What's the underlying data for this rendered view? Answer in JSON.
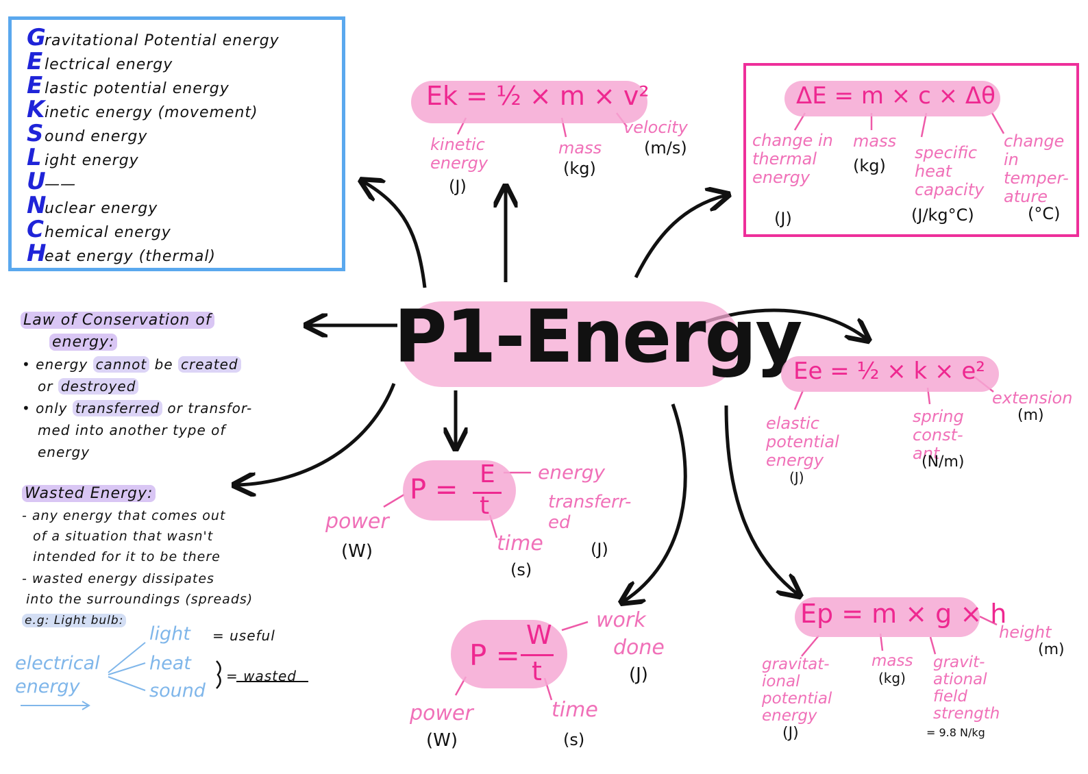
{
  "title": "P1-Energy",
  "geekslunch": [
    {
      "letter": "G",
      "text": "ravitational  Potential  energy"
    },
    {
      "letter": "E",
      "text": "lectrical  energy"
    },
    {
      "letter": "E",
      "text": "lastic  potential  energy"
    },
    {
      "letter": "K",
      "text": "inetic  energy  (movement)"
    },
    {
      "letter": "S",
      "text": "ound  energy"
    },
    {
      "letter": "L",
      "text": "ight  energy"
    },
    {
      "letter": "U",
      "text": "——"
    },
    {
      "letter": "N",
      "text": "uclear  energy"
    },
    {
      "letter": "C",
      "text": "hemical  energy"
    },
    {
      "letter": "H",
      "text": "eat  energy  (thermal)"
    }
  ],
  "kinetic": {
    "formula": "Ek = ½ × m × v²",
    "kinetic_label": "kinetic energy",
    "kinetic_unit": "(J)",
    "mass_label": "mass",
    "mass_unit": "(kg)",
    "velocity_label": "velocity",
    "velocity_unit": "(m/s)"
  },
  "thermal": {
    "formula": "ΔE = m × c × Δθ",
    "change_label": "change in thermal energy",
    "change_unit": "(J)",
    "mass_label": "mass",
    "mass_unit": "(kg)",
    "shc_label": "specific heat capacity",
    "shc_unit": "(J/kg°C)",
    "temp_label": "change in temper- ature",
    "temp_unit": "(°C)"
  },
  "conservation": {
    "heading_line1": "Law of Conservation of",
    "heading_line2": "energy:",
    "b1_a": "• energy",
    "b1_b": "cannot",
    "b1_c": "be",
    "b1_d": "created",
    "b1_e": "or",
    "b1_f": "destroyed",
    "b2_a": "• only",
    "b2_b": "transferred",
    "b2_c": "or  transfor-",
    "b2_line2": "med  into  another  type  of",
    "b2_line3": "energy"
  },
  "wasted": {
    "heading": "Wasted Energy:",
    "line1": "- any  energy  that  comes  out",
    "line2": "of  a  situation  that  wasn't",
    "line3": "intended  for  it  to  be  there",
    "line4": "- wasted  energy  dissipates",
    "line5": "into  the  surroundings  (spreads)",
    "eg": "e.g: Light bulb:",
    "source": "electrical energy",
    "out1": "light",
    "out1_tag": "= useful",
    "out2": "heat",
    "out3": "sound",
    "wasted_tag": "= wasted"
  },
  "elastic": {
    "formula": "Ee = ½ × k × e²",
    "ee_label": "elastic potential energy",
    "ee_unit": "(J)",
    "k_label": "spring const- ant",
    "k_unit": "(N/m)",
    "e_label": "extension",
    "e_unit": "(m)"
  },
  "power1": {
    "formula_left": "P =",
    "num": "E",
    "den": "t",
    "p_label": "power",
    "p_unit": "(W)",
    "e_label": "energy transferr- ed",
    "e_unit": "(J)",
    "t_label": "time",
    "t_unit": "(s)"
  },
  "power2": {
    "formula_left": "P =",
    "num": "W",
    "den": "t",
    "p_label": "power",
    "p_unit": "(W)",
    "w_label": "work done",
    "w_unit": "(J)",
    "t_label": "time",
    "t_unit": "(s)"
  },
  "gpe": {
    "formula": "Ep = m × g × h",
    "ep_label": "gravitat- ional potential energy",
    "ep_unit": "(J)",
    "m_label": "mass",
    "m_unit": "(kg)",
    "g_label": "gravit- ational field strength",
    "g_value": "= 9.8 N/kg",
    "h_label": "height",
    "h_unit": "(m)"
  },
  "colors": {
    "pink": "#ee2890",
    "blue_box": "#5aa8ee",
    "pink_box": "#ee2f9a",
    "letters": "#1f24d8"
  }
}
